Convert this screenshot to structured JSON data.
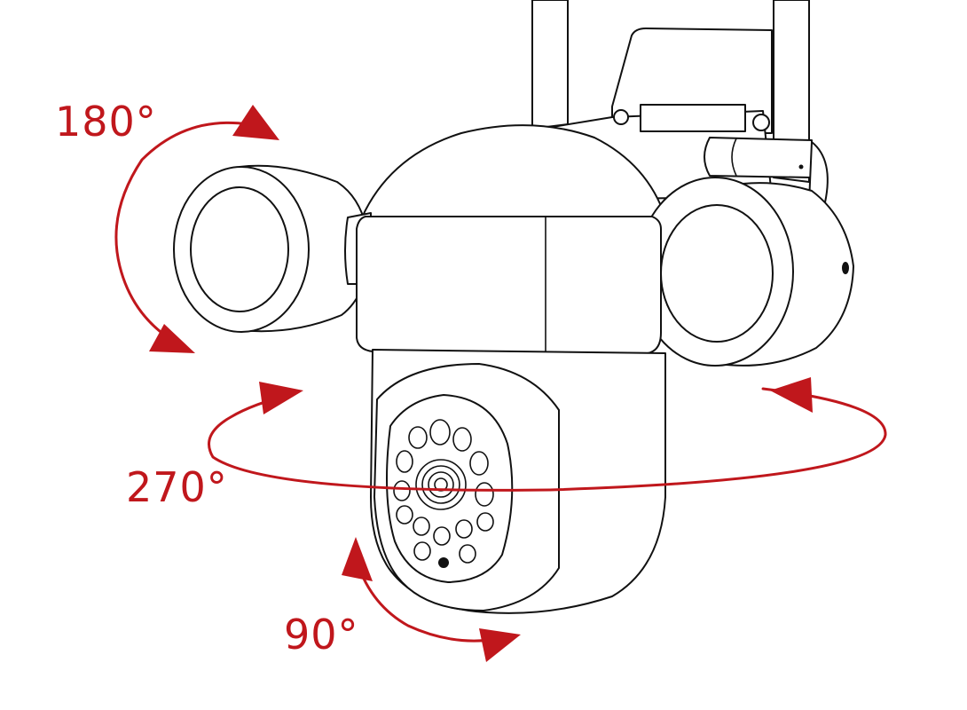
{
  "labels": {
    "pan_angle": "270°",
    "tilt_angle": "90°",
    "floodlight_angle": "180°"
  },
  "colors": {
    "accent": "#c0171c",
    "line": "#111111",
    "background": "#ffffff"
  },
  "icons": {
    "floodlight_rotation": "curved-double-arrow",
    "pan_rotation": "elliptical-double-arrow",
    "tilt_rotation": "curved-double-arrow"
  }
}
